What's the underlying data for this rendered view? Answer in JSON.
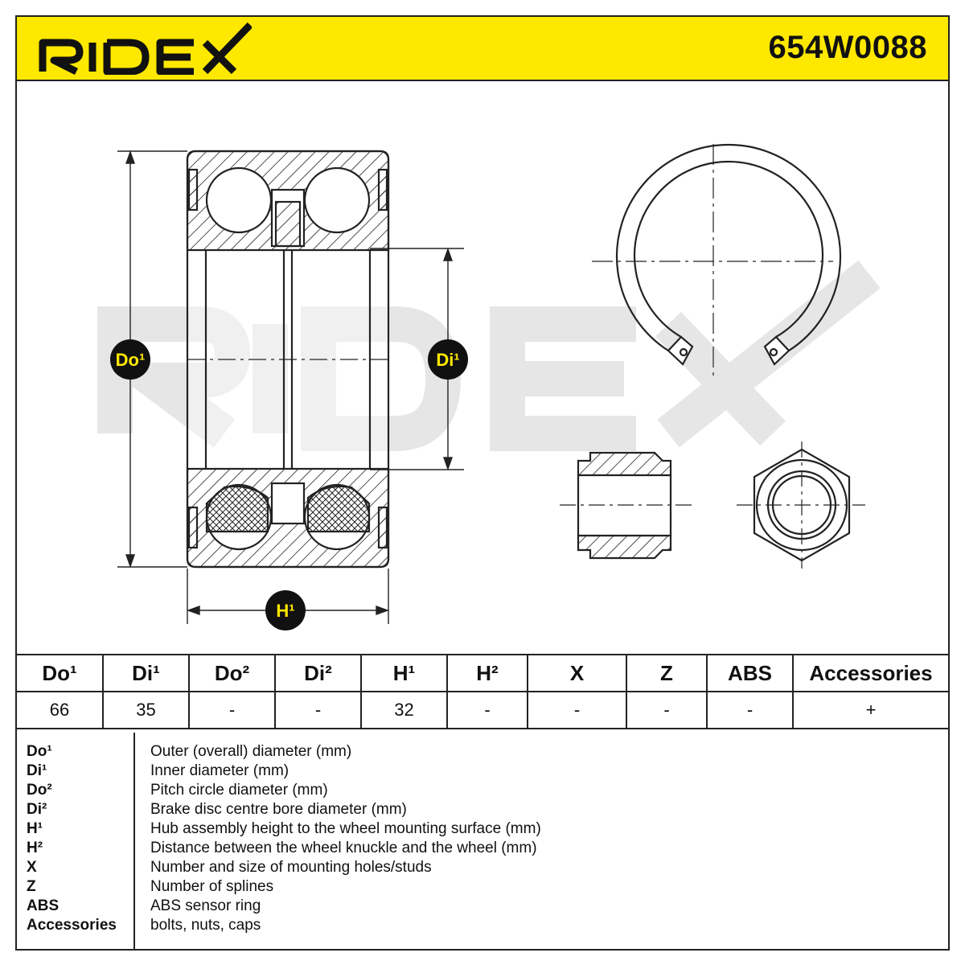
{
  "header": {
    "brand": "RIDEX",
    "part_number": "654W0088",
    "background_color": "#ffe800"
  },
  "drawing": {
    "watermark": "RIDEX",
    "labels": {
      "outer_diameter": "Do¹",
      "inner_diameter": "Di¹",
      "height": "H¹"
    }
  },
  "table": {
    "headers": [
      "Do¹",
      "Di¹",
      "Do²",
      "Di²",
      "H¹",
      "H²",
      "X",
      "Z",
      "ABS",
      "Accessories"
    ],
    "values": [
      "66",
      "35",
      "-",
      "-",
      "32",
      "-",
      "-",
      "-",
      "-",
      "+"
    ]
  },
  "legend": [
    {
      "key": "Do¹",
      "desc": "Outer (overall) diameter (mm)"
    },
    {
      "key": "Di¹",
      "desc": "Inner diameter (mm)"
    },
    {
      "key": "Do²",
      "desc": "Pitch circle diameter (mm)"
    },
    {
      "key": "Di²",
      "desc": "Brake disc centre bore diameter (mm)"
    },
    {
      "key": "H¹",
      "desc": "Hub assembly height to the wheel mounting surface (mm)"
    },
    {
      "key": "H²",
      "desc": "Distance between the wheel knuckle and the wheel (mm)"
    },
    {
      "key": "X",
      "desc": "Number and size of mounting holes/studs"
    },
    {
      "key": "Z",
      "desc": "Number of splines"
    },
    {
      "key": "ABS",
      "desc": "ABS sensor ring"
    },
    {
      "key": "Accessories",
      "desc": "bolts, nuts, caps"
    }
  ]
}
